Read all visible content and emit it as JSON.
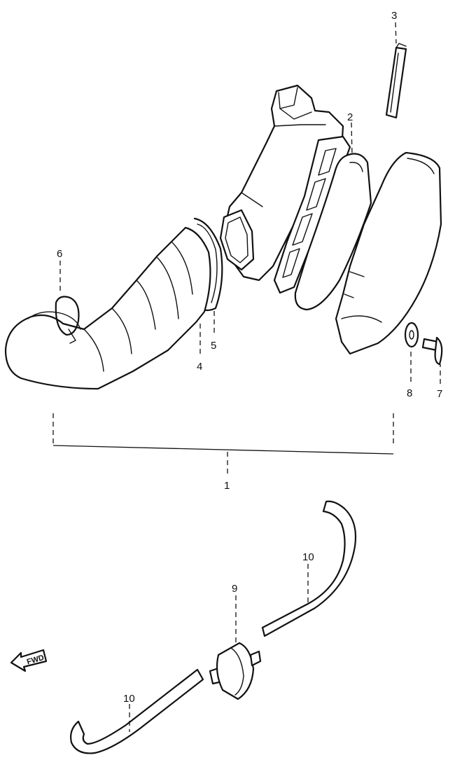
{
  "callouts": {
    "part_1": "1",
    "part_2": "2",
    "part_3": "3",
    "part_4": "4",
    "part_5": "5",
    "part_6": "6",
    "part_7": "7",
    "part_8": "8",
    "part_9": "9",
    "part_10_upper": "10",
    "part_10_lower": "10"
  },
  "direction_marker": {
    "label": "FWD",
    "icon": "arrow-left-icon"
  }
}
